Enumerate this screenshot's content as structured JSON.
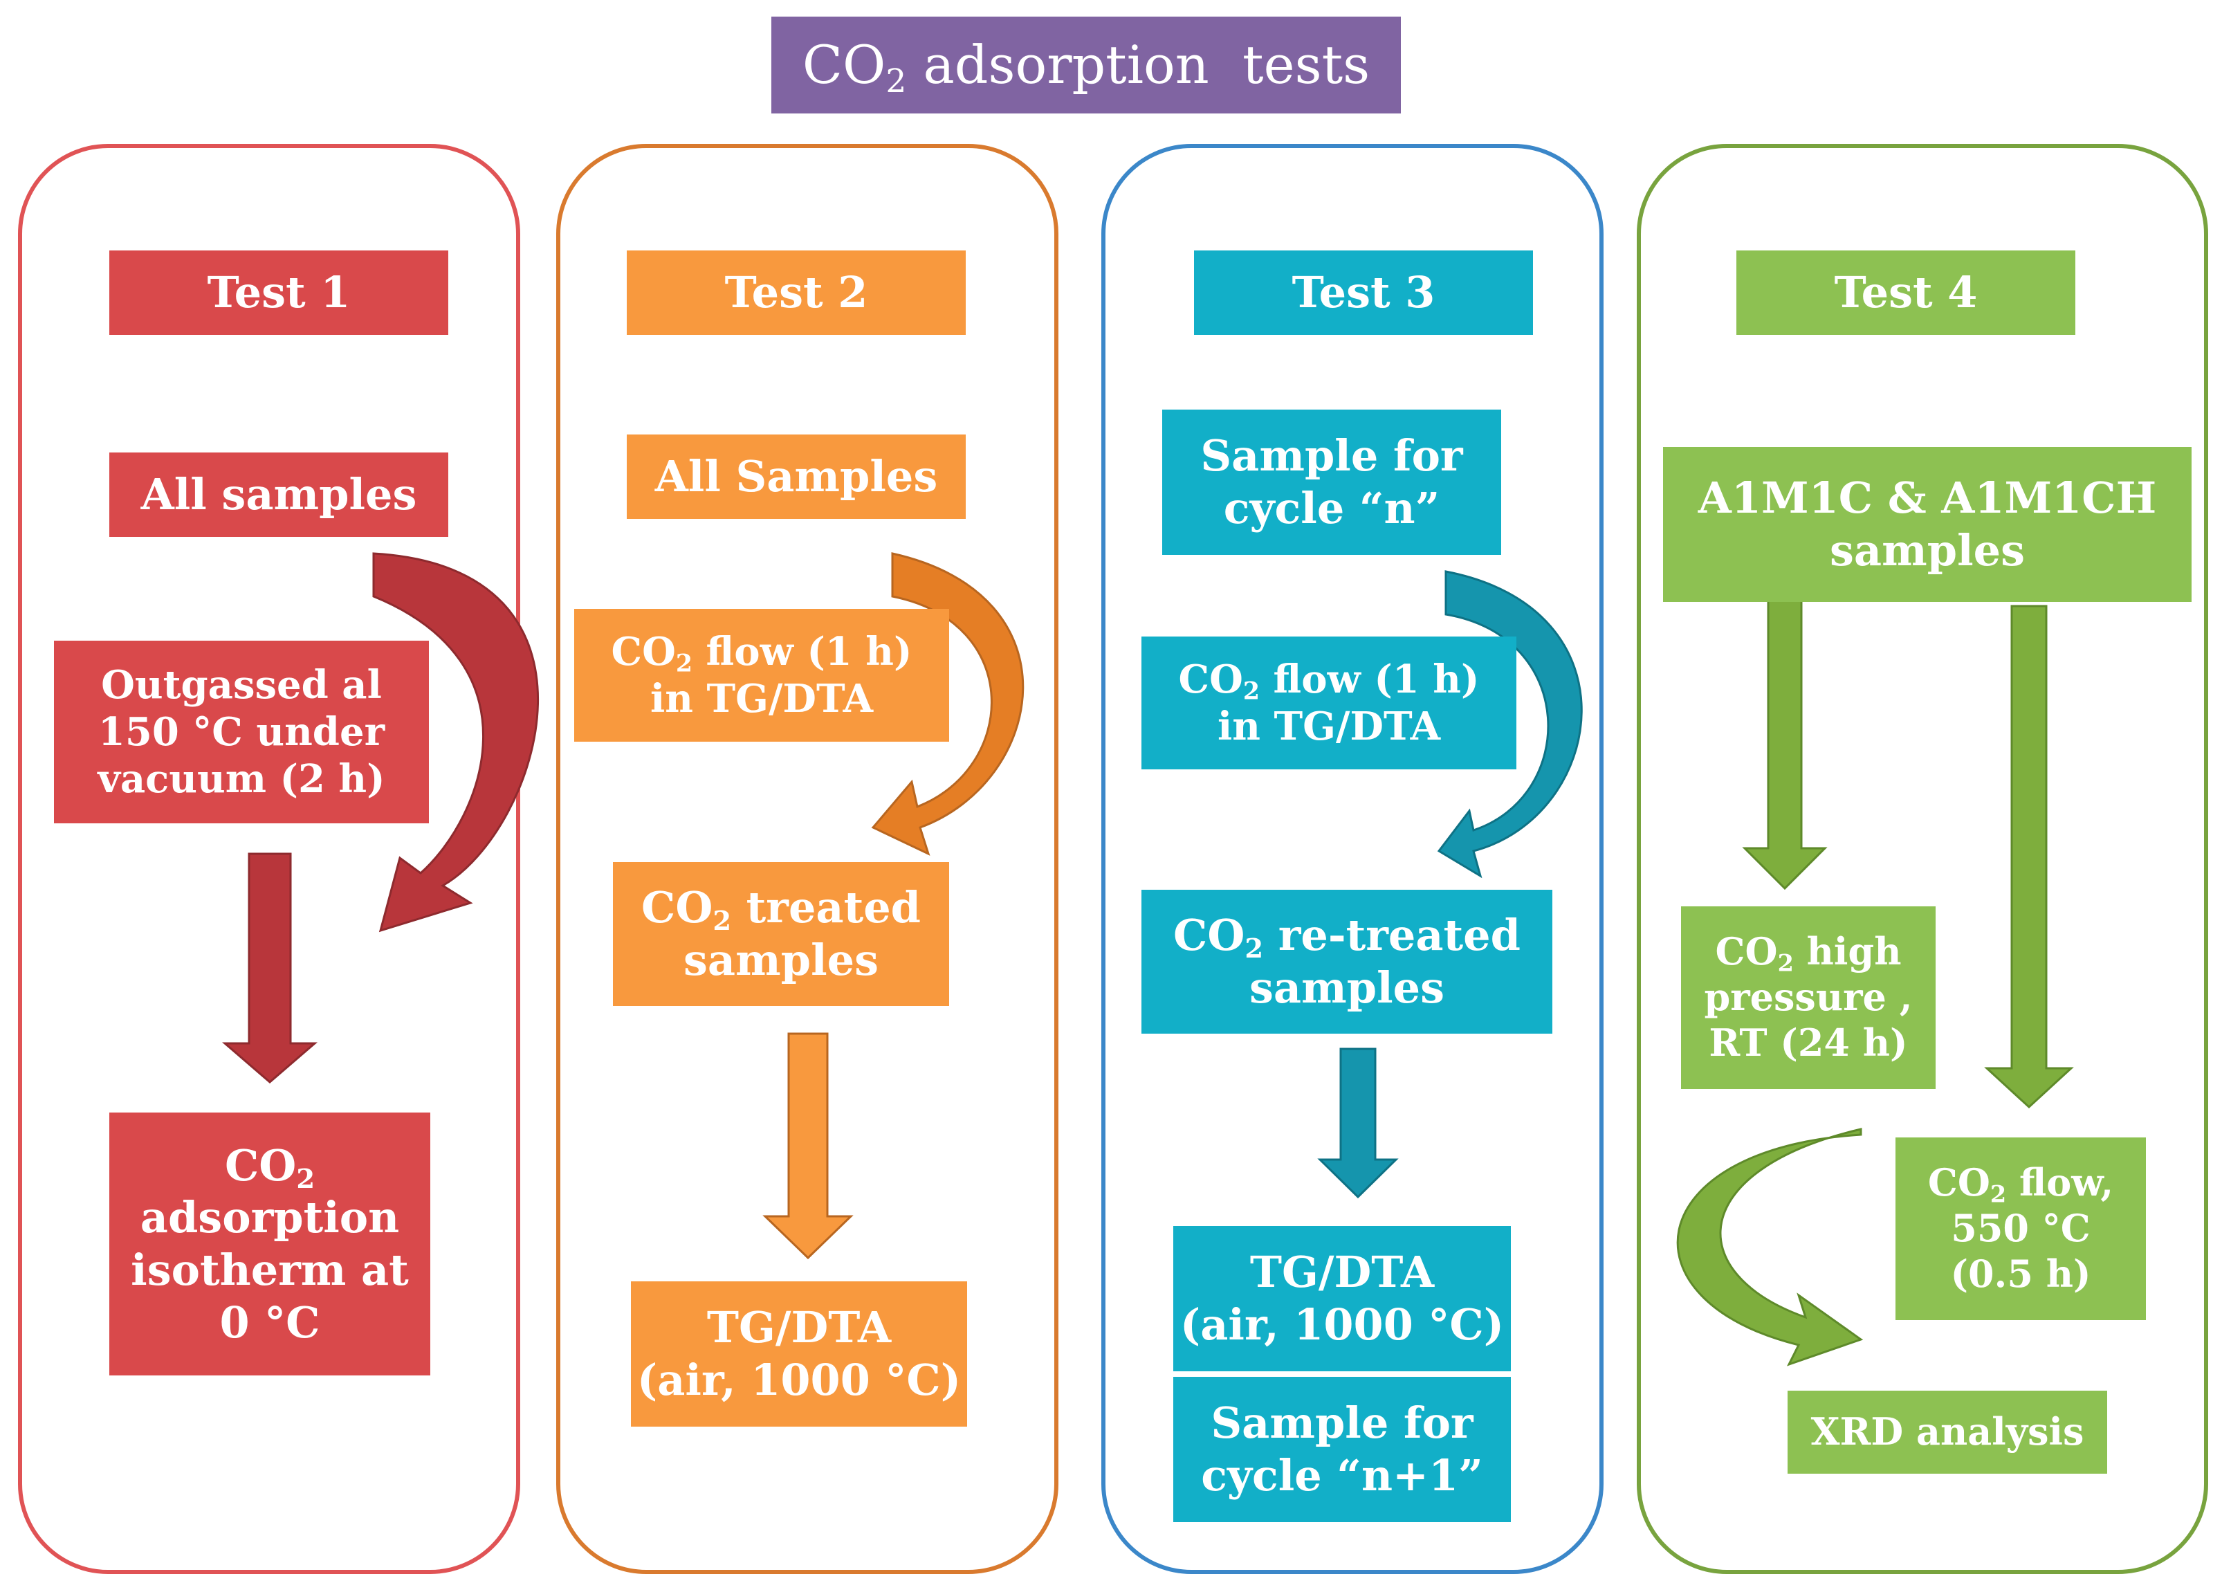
{
  "title": {
    "prefix": "CO",
    "sub": "2",
    "rest": " adsorption  tests",
    "color": "#8064A2"
  },
  "colors": {
    "red": "#D9494B",
    "red_border": "#E05355",
    "red_arrow": "#B8363B",
    "orange": "#F8993E",
    "orange_border": "#D97A2E",
    "orange_arrow": "#E57E25",
    "blue": "#12AFC8",
    "blue_border": "#3B87C9",
    "blue_arrow": "#1595AD",
    "green": "#8DC152",
    "green_border": "#78A33E",
    "green_arrow": "#7EAE3D"
  },
  "test1": {
    "header": "Test 1",
    "step1": "All samples",
    "step2": {
      "l1": "Outgassed al",
      "l2": "150 °C under",
      "l3": "vacuum (2 h)"
    },
    "step3": {
      "prefix": "CO",
      "sub": "2",
      "l2": "adsorption",
      "l3": "isotherm at",
      "l4": "0 °C"
    }
  },
  "test2": {
    "header": "Test 2",
    "step1": "All Samples",
    "step2": {
      "prefix": "CO",
      "sub": "2",
      "rest": " flow (1 h)",
      "l2": "in TG/DTA"
    },
    "step3": {
      "prefix": "CO",
      "sub": "2",
      "rest": " treated",
      "l2": "samples"
    },
    "step4": {
      "l1": "TG/DTA",
      "l2": "(air, 1000 °C)"
    }
  },
  "test3": {
    "header": "Test 3",
    "step1": {
      "l1": "Sample for",
      "l2": "cycle “n”"
    },
    "step2": {
      "prefix": "CO",
      "sub": "2",
      "rest": " flow (1 h)",
      "l2": "in TG/DTA"
    },
    "step3": {
      "prefix": "CO",
      "sub": "2",
      "rest": " re-treated",
      "l2": "samples"
    },
    "step4": {
      "l1": "TG/DTA",
      "l2": "(air, 1000 °C)"
    },
    "step5": {
      "l1": "Sample for",
      "l2": "cycle “n+1”"
    }
  },
  "test4": {
    "header": "Test 4",
    "step1": {
      "l1": "A1M1C & A1M1CH",
      "l2": "samples"
    },
    "step2": {
      "prefix": "CO",
      "sub": "2",
      "rest": " high",
      "l2": "pressure ,",
      "l3": "RT (24 h)"
    },
    "step3": {
      "prefix": "CO",
      "sub": "2",
      "rest": " flow,",
      "l2": "550 °C",
      "l3": "(0.5 h)"
    },
    "step4": "XRD analysis"
  }
}
